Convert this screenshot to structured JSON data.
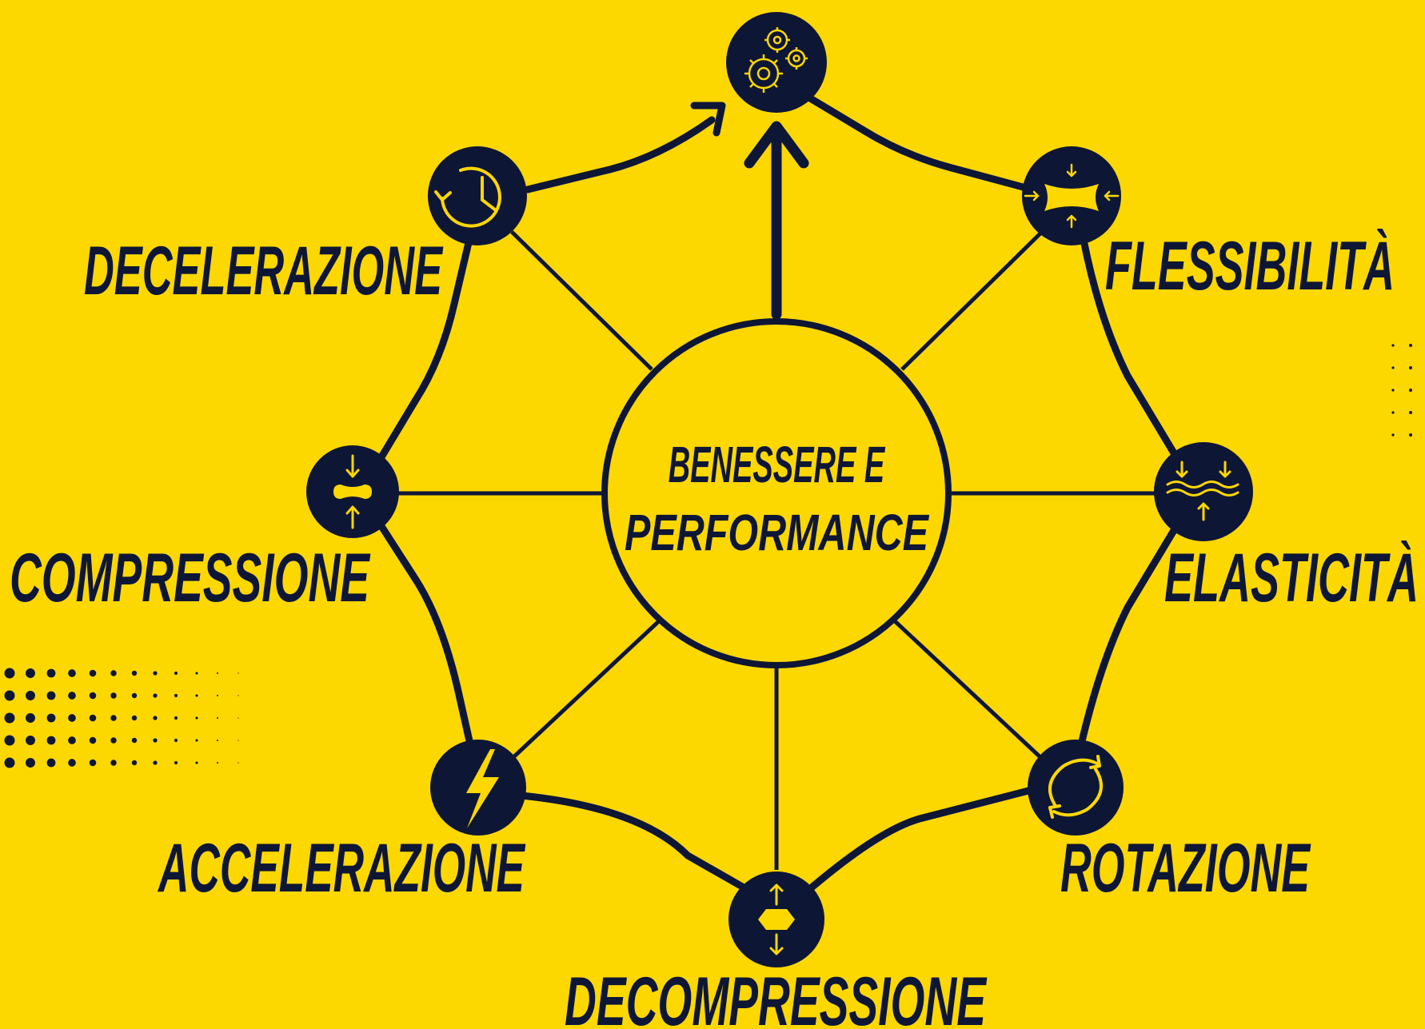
{
  "center": {
    "line1": "BENESSERE E",
    "line2": "PERFORMANCE"
  },
  "top_node": {
    "icon": "gears-icon"
  },
  "nodes": [
    {
      "label": "DECELERAZIONE",
      "icon": "clock-rewind-icon"
    },
    {
      "label": "FLESSIBILITÀ",
      "icon": "flex-compress-icon"
    },
    {
      "label": "COMPRESSIONE",
      "icon": "compression-icon"
    },
    {
      "label": "ELASTICITÀ",
      "icon": "wave-spring-icon"
    },
    {
      "label": "ACCELERAZIONE",
      "icon": "lightning-icon"
    },
    {
      "label": "ROTAZIONE",
      "icon": "rotation-icon"
    },
    {
      "label": "DECOMPRESSIONE",
      "icon": "decompression-icon"
    }
  ],
  "colors": {
    "background": "#FDD700",
    "ink": "#0E1635",
    "accent": "#FDD700"
  }
}
